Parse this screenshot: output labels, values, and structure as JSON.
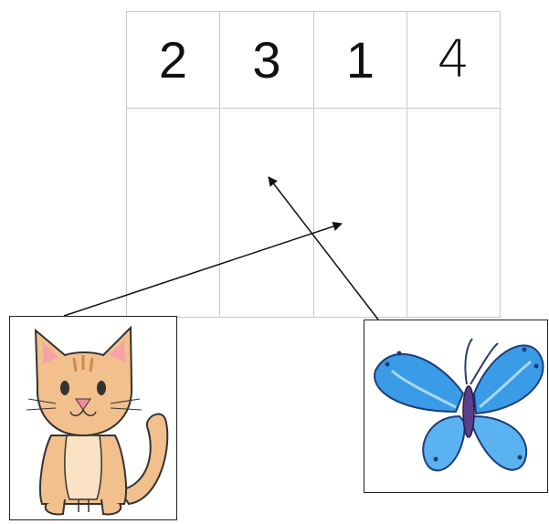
{
  "header_numbers": [
    "2",
    "3",
    "1",
    "4"
  ],
  "pictures": [
    {
      "name": "cat",
      "icon": "cat-icon"
    },
    {
      "name": "butterfly",
      "icon": "butterfly-icon"
    }
  ],
  "colors": {
    "grid": "#c8c8c8",
    "arrow": "#111111",
    "cat": "#f2c08c",
    "butterfly": "#3a9be6"
  }
}
